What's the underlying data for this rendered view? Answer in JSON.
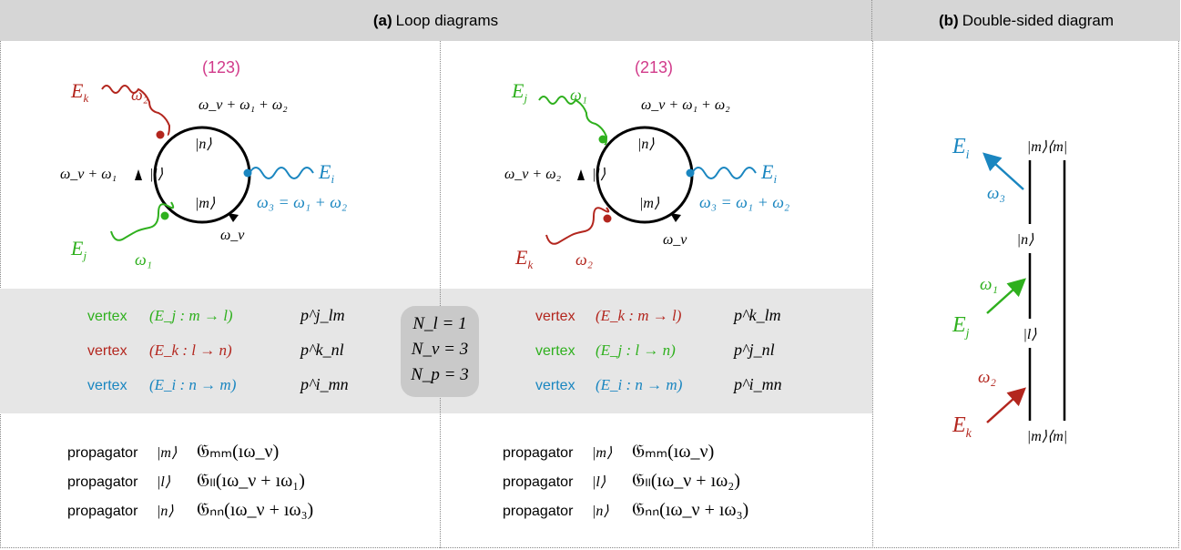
{
  "header": {
    "a_tag": "(a)",
    "a_title": "Loop diagrams",
    "b_tag": "(b)",
    "b_title": "Double-sided diagram"
  },
  "colors": {
    "green": "#2fb01e",
    "red": "#b3261e",
    "blue": "#1a86c0",
    "magenta": "#d13a8a"
  },
  "loop1": {
    "label": "(123)",
    "Ek": "E",
    "Ek_sub": "k",
    "Ej": "E",
    "Ej_sub": "j",
    "Ei": "E",
    "Ei_sub": "i",
    "w_top": "ω₂",
    "w_bottom": "ω₁",
    "w_right": "ω₃ = ω₁ + ω₂",
    "freq_top": "ω_ν + ω₁ + ω₂",
    "freq_left": "ω_ν + ω₁",
    "freq_bottom": "ω_ν",
    "ket_n": "|n⟩",
    "ket_l": "|l⟩",
    "ket_m": "|m⟩"
  },
  "loop2": {
    "label": "(213)",
    "w_top": "ω₁",
    "w_bottom": "ω₂",
    "w_right": "ω₃ = ω₁ + ω₂",
    "freq_top": "ω_ν + ω₁ + ω₂",
    "freq_left": "ω_ν + ω₂",
    "freq_bottom": "ω_ν",
    "ket_n": "|n⟩",
    "ket_l": "|l⟩",
    "ket_m": "|m⟩"
  },
  "vertices1": [
    {
      "label": "vertex",
      "field": "(E_j : m → l)",
      "value": "p^j_lm",
      "color": "green"
    },
    {
      "label": "vertex",
      "field": "(E_k : l → n)",
      "value": "p^k_nl",
      "color": "red"
    },
    {
      "label": "vertex",
      "field": "(E_i : n → m)",
      "value": "p^i_mn",
      "color": "blue"
    }
  ],
  "vertices2": [
    {
      "label": "vertex",
      "field": "(E_k : m → l)",
      "value": "p^k_lm",
      "color": "red"
    },
    {
      "label": "vertex",
      "field": "(E_j : l → n)",
      "value": "p^j_nl",
      "color": "green"
    },
    {
      "label": "vertex",
      "field": "(E_i : n → m)",
      "value": "p^i_mn",
      "color": "blue"
    }
  ],
  "counts": [
    "N_l = 1",
    "N_v = 3",
    "N_p = 3"
  ],
  "propagators1": [
    {
      "label": "propagator",
      "state": "|m⟩",
      "expr": "𝔊ₘₘ(ıω_ν)"
    },
    {
      "label": "propagator",
      "state": "|l⟩",
      "expr": "𝔊ₗₗ(ıω_ν + ıω₁)"
    },
    {
      "label": "propagator",
      "state": "|n⟩",
      "expr": "𝔊ₙₙ(ıω_ν + ıω₃)"
    }
  ],
  "propagators2": [
    {
      "label": "propagator",
      "state": "|m⟩",
      "expr": "𝔊ₘₘ(ıω_ν)"
    },
    {
      "label": "propagator",
      "state": "|l⟩",
      "expr": "𝔊ₗₗ(ıω_ν + ıω₂)"
    },
    {
      "label": "propagator",
      "state": "|n⟩",
      "expr": "𝔊ₙₙ(ıω_ν + ıω₃)"
    }
  ],
  "double_sided": {
    "top": "|m⟩⟨m|",
    "n": "|n⟩",
    "l": "|l⟩",
    "bottom": "|m⟩⟨m|",
    "Ei": "E",
    "Ei_sub": "i",
    "w3": "ω₃",
    "Ej": "E",
    "Ej_sub": "j",
    "w1": "ω₁",
    "Ek": "E",
    "Ek_sub": "k",
    "w2": "ω₂"
  }
}
